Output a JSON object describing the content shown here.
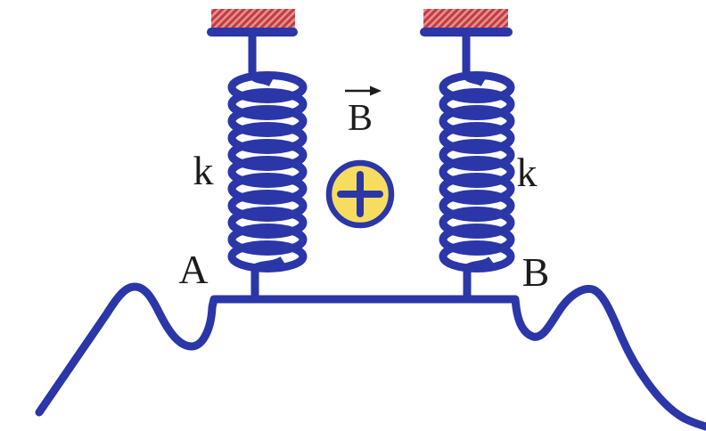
{
  "diagram": {
    "labels": {
      "left_spring_constant": "k",
      "right_spring_constant": "k",
      "point_a": "A",
      "point_b": "B",
      "field": "B"
    },
    "colors": {
      "wire_blue": "#2b36a8",
      "anchor_red": "#c43b40",
      "anchor_stripe": "#e2928e",
      "circle_fill": "#f7dd5f",
      "text": "#1c1c1c",
      "background": "#ffffff"
    }
  }
}
